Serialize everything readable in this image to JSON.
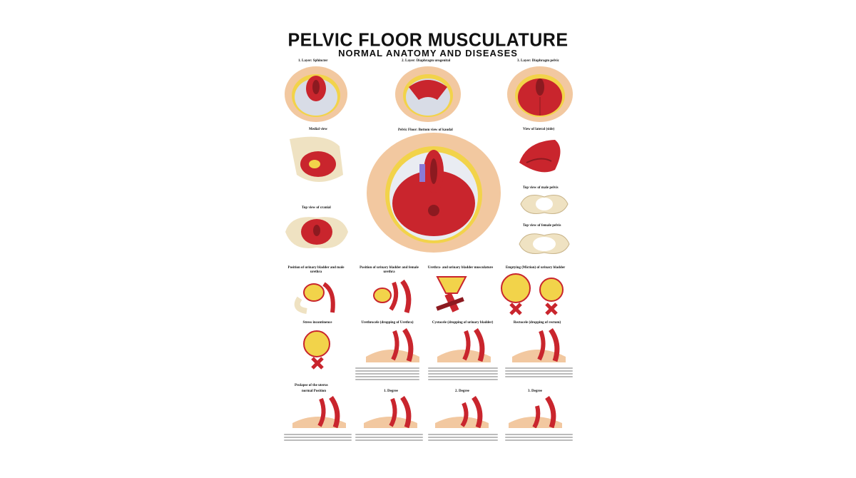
{
  "title": "PELVIC FLOOR MUSCULATURE",
  "subtitle": "NORMAL ANATOMY AND DISEASES",
  "panels": {
    "layer1": "1. Layer: Sphincter",
    "layer2": "2. Layer: Diaphragm urogenital",
    "layer3": "3. Layer: Diaphragm pelvic",
    "medial": "Medial view",
    "pelvic_floor": "Pelvic Floor: Bottom view of kaudal",
    "lateral": "View of lateral (side)",
    "cranial": "Top view of cranial",
    "male_pelvis": "Top view of male pelvis",
    "female_pelvis": "Top view of female pelvis",
    "male_urethra": "Position of urinary bladder and male urethra",
    "female_urethra": "Position of urinary bladder and female urethra",
    "bladder_musc": "Urethra- and urinary bladder musculature",
    "emptying": "Emptying (Miction) of urinary bladder",
    "stress": "Stress incontinence",
    "urethrocele": "Urethrocele (dropping of Urethra)",
    "cystocele": "Cystocele (dropping of urinary bladder)",
    "rectocele": "Rectocele (dropping of rectum)",
    "prolapse_title": "Prolapse of the uterus",
    "normal": "normal Position",
    "deg1": "1. Degree",
    "deg2": "2. Degree",
    "deg3": "3. Degree"
  },
  "colors": {
    "muscle": "#c9252d",
    "skin": "#f2c8a0",
    "fat": "#f2d34a",
    "bone": "#efe2c2"
  }
}
